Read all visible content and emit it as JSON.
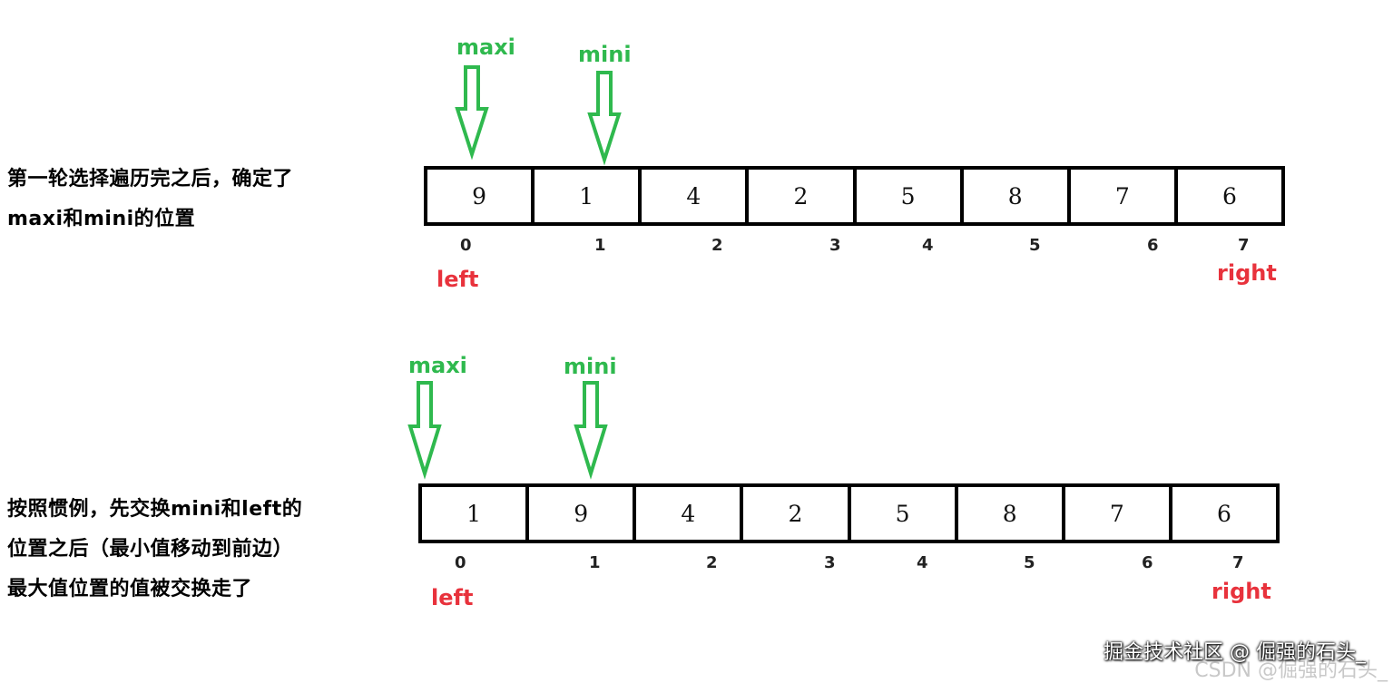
{
  "colors": {
    "pointer_green": "#2fb94e",
    "boundary_red": "#e8323c",
    "border": "#000000"
  },
  "diagram1": {
    "description": [
      "第一轮选择遍历完之后，确定了",
      "maxi和mini的位置"
    ],
    "cells": [
      "9",
      "1",
      "4",
      "2",
      "5",
      "8",
      "7",
      "6"
    ],
    "indices": [
      "0",
      "1",
      "2",
      "3",
      "4",
      "5",
      "6",
      "7"
    ],
    "maxi_label": "maxi",
    "mini_label": "mini",
    "left_label": "left",
    "right_label": "right"
  },
  "diagram2": {
    "description": [
      "按照惯例，先交换mini和left的",
      "位置之后（最小值移动到前边）",
      "最大值位置的值被交换走了"
    ],
    "cells": [
      "1",
      "9",
      "4",
      "2",
      "5",
      "8",
      "7",
      "6"
    ],
    "indices": [
      "0",
      "1",
      "2",
      "3",
      "4",
      "5",
      "6",
      "7"
    ],
    "maxi_label": "maxi",
    "mini_label": "mini",
    "left_label": "left",
    "right_label": "right"
  },
  "watermark": "掘金技术社区 @ 倔强的石头_",
  "watermark_ghost": "CSDN @倔强的石头_"
}
